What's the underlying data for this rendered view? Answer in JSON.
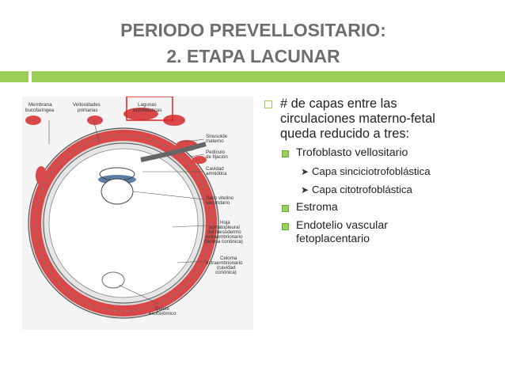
{
  "slide": {
    "title_line1": "PERIODO PREVELLOSITARIO:",
    "title_line2": "2. ETAPA LACUNAR",
    "accent_color": "#9bcf5a",
    "title_color": "#6d6e71"
  },
  "figure": {
    "icon": "embryo-lacunar-stage-diagram",
    "labels": {
      "membrana": "Membrana",
      "bucofaringea": "bucofaríngea",
      "vellosidades": "Vellosidades",
      "primarias": "primarias",
      "lagunas": "Lagunas",
      "trofoblasticas": "trofoblásticas",
      "sinusoide": "Sinusoide",
      "materno": "materno",
      "pediculo": "Pedículo",
      "de_fijacion": "de fijación",
      "cavidad": "Cavidad",
      "amniotica": "amniótica",
      "saco": "Saco vitelino",
      "secundario": "secundario",
      "hoja": "Hoja",
      "somatopleural": "somatopleural",
      "del_mesodermo": "del mesodermo",
      "extraembrionario": "extraembrionario",
      "lamina": "(lámina coriónica)",
      "celoma": "Celoma",
      "extraembrionario2": "extraembrionario",
      "cavidad2": "(cavidad",
      "corionica": "coriónica)",
      "quiste": "Quiste",
      "exocelomico": "exocelómico"
    }
  },
  "content": {
    "bullet1_line1": "# de capas entre las",
    "bullet1_line2": "circulaciones materno-fetal",
    "bullet1_line3": "queda reducido a tres:",
    "sub1": "Trofoblasto vellositario",
    "subsub1": "Capa sinciciotrofoblástica",
    "subsub2": "Capa citotrofoblástica",
    "sub2": "Estroma",
    "sub3_line1": "Endotelio vascular",
    "sub3_line2": "fetoplacentario"
  }
}
